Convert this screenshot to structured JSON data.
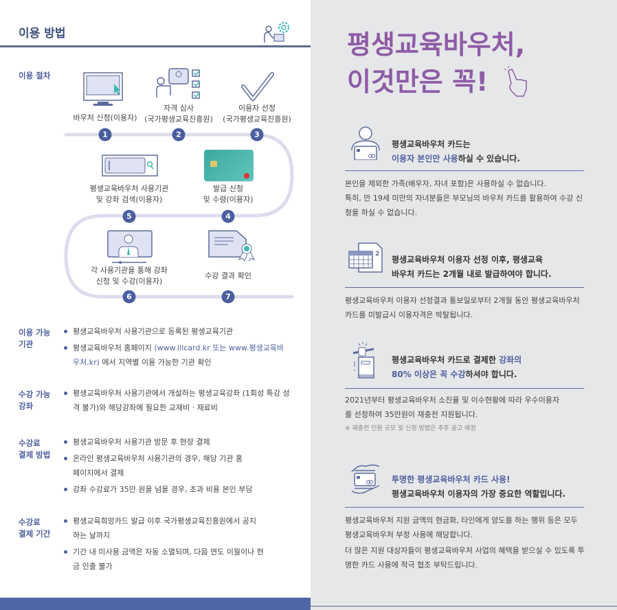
{
  "left": {
    "header_title": "이용 방법",
    "procedure_label": "이용 절차",
    "steps": [
      {
        "number": "1",
        "lines": [
          "바우처 신청(이용자)"
        ]
      },
      {
        "number": "2",
        "lines": [
          "자격 심사",
          "(국가평생교육진흥원)"
        ]
      },
      {
        "number": "3",
        "lines": [
          "이용자 선정",
          "(국가평생교육진흥원)"
        ]
      },
      {
        "number": "4",
        "lines": [
          "발급 신청",
          "및 수령(이용자)"
        ]
      },
      {
        "number": "5",
        "lines": [
          "평생교육바우처 사용기관",
          "및 강좌 검색(이용자)"
        ]
      },
      {
        "number": "6",
        "lines": [
          "각 사용기관을 통해 강좌",
          "신청 및 수강(이용자)"
        ]
      },
      {
        "number": "7",
        "lines": [
          "수강 결과 확인"
        ]
      }
    ],
    "sections": [
      {
        "label": [
          "이용 가능",
          "기관"
        ],
        "items": [
          {
            "text": "평생교육바우처 사용기관으로 등록된 평생교육기관"
          },
          {
            "pre": "평생교육바우처 홈페이지 ",
            "link": "(www.lllcard.kr 또는 www.평생교육바우처.kr)",
            "post": " 에서 지역별 이용 가능한 기관 확인"
          }
        ]
      },
      {
        "label": [
          "수강 가능",
          "강좌"
        ],
        "items": [
          {
            "text": "평생교육바우처 사용기관에서 개설하는 평생교육강좌 (1회성 특강 성격 불가)와 해당강좌에 필요한 교재비 · 재료비"
          }
        ]
      },
      {
        "label": [
          "수강료",
          "결제 방법"
        ],
        "items": [
          {
            "text": "평생교육바우처 사용기관 방문 후 현장 결제"
          },
          {
            "text": "온라인 평생교육바우처 사용기관의 경우, 해당 기관 홈페이지에서 결제"
          },
          {
            "text": "강좌 수강료가 35만 원을 넘을 경우, 초과 비용 본인 부담"
          }
        ]
      },
      {
        "label": [
          "수강료",
          "결제 기간"
        ],
        "items": [
          {
            "text": "평생교육희망카드 발급 이후 국가평생교육진흥원에서 공지하는 날까지"
          },
          {
            "text": "기간 내 미사용 금액은 자동 소멸되며, 다음 연도 이월이나 현금 인출 불가"
          }
        ]
      }
    ]
  },
  "right": {
    "title_line1": "평생교육바우처,",
    "title_line2": "이것만은 꼭!",
    "cards": [
      {
        "h1": "평생교육바우처 카드는",
        "h2_hl": "이용자 본인만 사용",
        "h2": "하실 수 있습니다.",
        "body": [
          "본인을 제외한 가족(배우자, 자녀 포함)은 사용하실 수 없습니다.",
          "특히, 만 19세 미만의 자녀분들은 부모님의 바우처 카드를 활용하여 수강 신청을 하실 수 없습니다."
        ]
      },
      {
        "h1": "평생교육바우처 이용자 선정 이후, 평생교육",
        "h2": "바우처 카드는 2개월 내로 발급하여야 합니다.",
        "body": [
          "평생교육바우처 이용자 선정결과 통보일로부터 2개월 동안 평생교육바우처 카드를 미발급시 이용자격은 박탈됩니다."
        ]
      },
      {
        "h1": "평생교육바우처 카드로 결제한 ",
        "h1_hl": "강좌의",
        "h2_hl": "80% 이상은 꼭 수강",
        "h2": "하셔야 합니다.",
        "body": [
          "2021년부터 평생교육바우처 소진율 및 이수현황에 따라 우수이용자를 선정하여 35만원이 재충전 지원됩니다."
        ],
        "note": "※ 재충전 인원 규모 및 신청 방법은 추후 공고 예정"
      },
      {
        "h1_hl": "투명한 평생교육바우처 카드 사용!",
        "h2": "평생교육바우처 이용자의 가장 중요한 역할입니다.",
        "body": [
          "평생교육바우처 지원 금액의 현금화, 타인에게 양도를 하는 행위 등은 모두 평생교육바우처 부정 사용에 해당합니다.",
          "더 많은 지원 대상자들이 평생교육바우처 사업의 혜택을 받으실 수 있도록 투명한 카드 사용에 적극 협조 부탁드립니다."
        ]
      }
    ]
  },
  "colors": {
    "accent": "#4d5f9e",
    "title": "#8e5ba6",
    "node": "#4a5ea0",
    "panel": "#e6e7e9"
  }
}
